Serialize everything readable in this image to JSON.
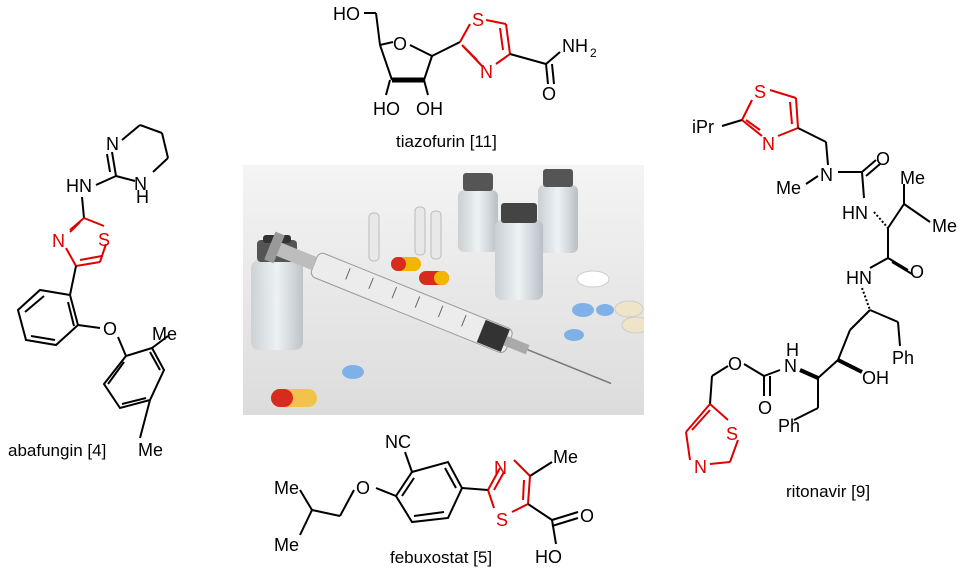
{
  "colors": {
    "thiazole": "#e00000",
    "bond": "#000000",
    "photo_bg": "#e9e9e9"
  },
  "captions": {
    "tiazofurin": "tiazofurin [11]",
    "abafungin": "abafungin [4]",
    "febuxostat": "febuxostat [5]",
    "ritonavir": "ritonavir [9]"
  },
  "atoms": {
    "ho": "HO",
    "o": "O",
    "s": "S",
    "n": "N",
    "nh": "NH",
    "hn": "HN",
    "oh": "OH",
    "nh2": "NH",
    "nh2_sub": "2",
    "me": "Me",
    "ipr": "iPr",
    "ph": "Ph",
    "nc": "NC",
    "h": "H"
  },
  "photo": {
    "subject": "medical-photo-syringe-vials-pills"
  }
}
